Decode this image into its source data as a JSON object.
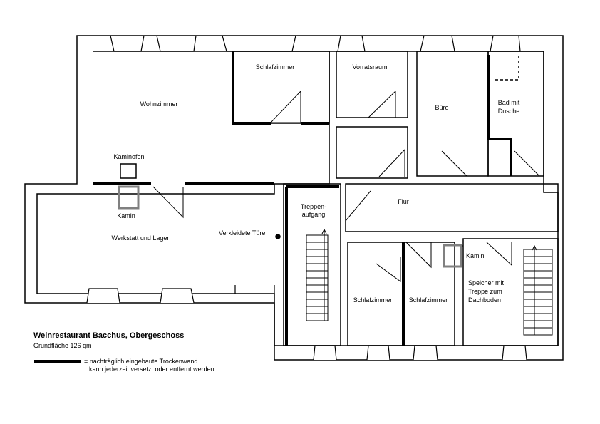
{
  "plan": {
    "rooms": {
      "wohnzimmer": "Wohnzimmer",
      "schlafzimmer_top": "Schlafzimmer",
      "vorratsraum": "Vorratsraum",
      "buero": "Büro",
      "bad_line1": "Bad mit",
      "bad_line2": "Dusche",
      "kaminofen": "Kaminofen",
      "kamin_left": "Kamin",
      "werkstatt": "Werkstatt und Lager",
      "verkleidete_tuere": "Verkleidete Türe",
      "treppe_line1": "Treppen-",
      "treppe_line2": "aufgang",
      "flur": "Flur",
      "kamin_right": "Kamin",
      "schlafzimmer_2": "Schlafzimmer",
      "schlafzimmer_3": "Schlafzimmer",
      "speicher_line1": "Speicher mit",
      "speicher_line2": "Treppe zum",
      "speicher_line3": "Dachboden"
    }
  },
  "legend": {
    "title": "Weinrestaurant Bacchus, Obergeschoss",
    "area": "Grundfläche 126 qm",
    "line1": "= nachträglich eingebaute Trockenwand",
    "line2": "kann jederzeit versetzt oder entfernt werden"
  },
  "colors": {
    "wall": "#000000",
    "chimney": "#808080"
  }
}
